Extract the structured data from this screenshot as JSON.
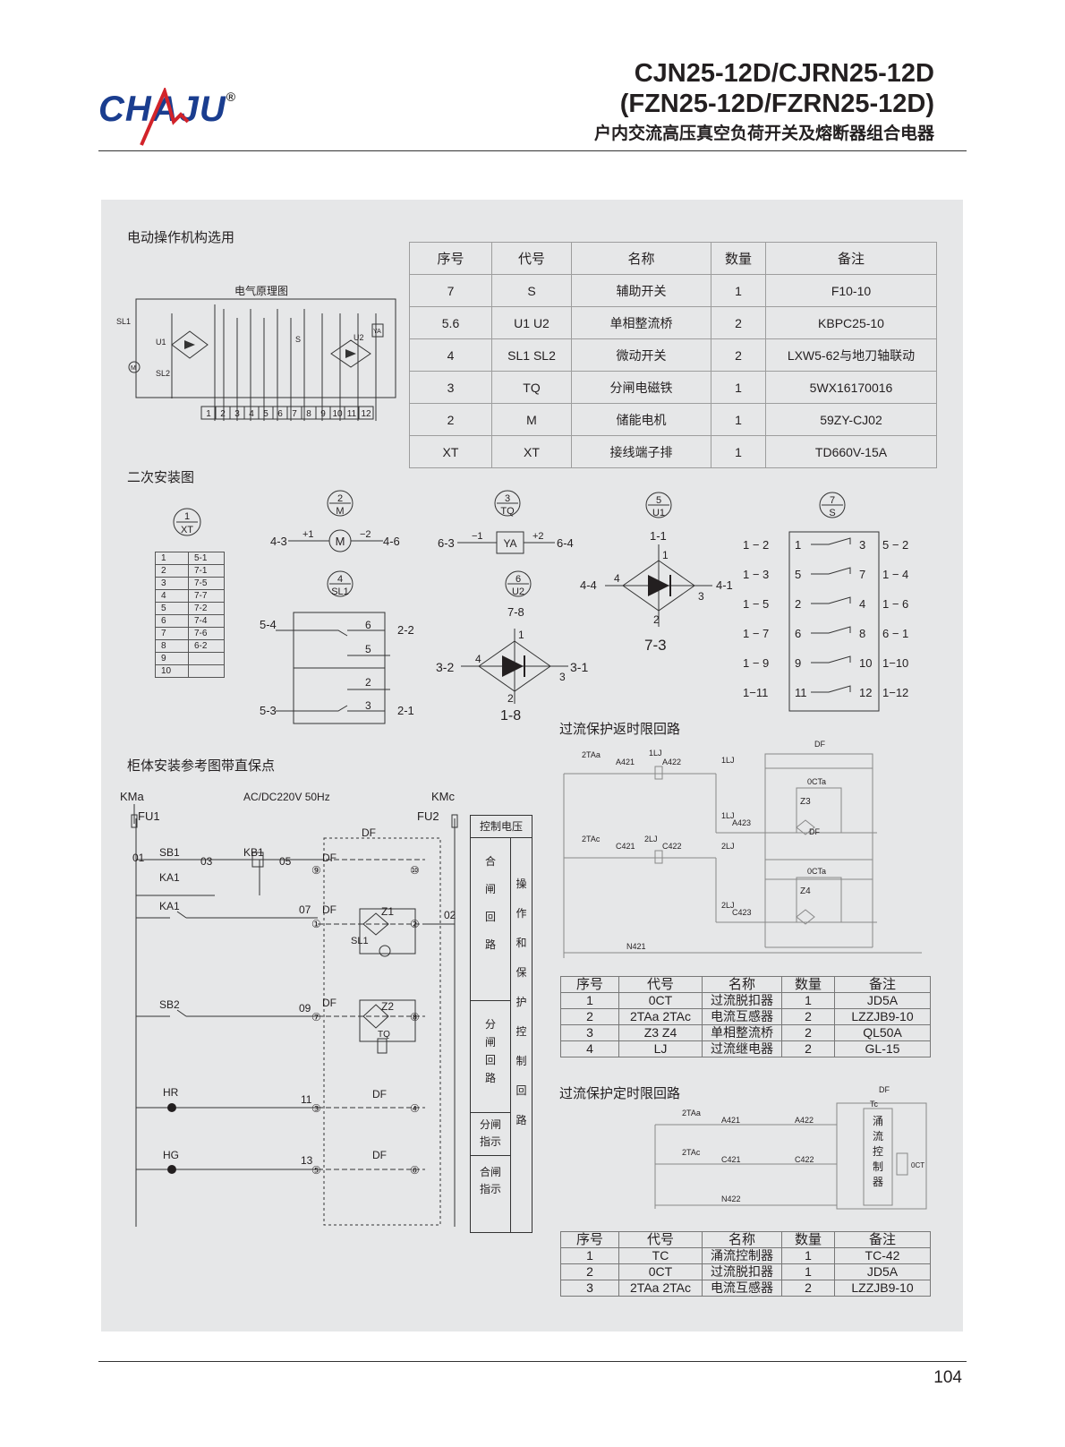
{
  "header": {
    "brand": "CHAJU",
    "registered": "®",
    "model_line1": "CJN25-12D/CJRN25-12D",
    "model_line2": "(FZN25-12D/FZRN25-12D)",
    "subtitle": "户内交流高压真空负荷开关及熔断器组合电器"
  },
  "sections": {
    "electric_op": "电动操作机构选用",
    "principle": "电气原理图",
    "secondary": "二次安装图",
    "cabinet": "柜体安装参考图带直保点",
    "inverse_time": "过流保护返时限回路",
    "definite_time": "过流保护定时限回路"
  },
  "spec_table": {
    "headers": [
      "序号",
      "代号",
      "名称",
      "数量",
      "备注"
    ],
    "rows": [
      [
        "7",
        "S",
        "辅助开关",
        "1",
        "F10-10"
      ],
      [
        "5.6",
        "U1 U2",
        "单相整流桥",
        "2",
        "KBPC25-10"
      ],
      [
        "4",
        "SL1 SL2",
        "微动开关",
        "2",
        "LXW5-62与地刀轴联动"
      ],
      [
        "3",
        "TQ",
        "分闸电磁铁",
        "1",
        "5WX16170016"
      ],
      [
        "2",
        "M",
        "储能电机",
        "1",
        "59ZY-CJ02"
      ],
      [
        "XT",
        "XT",
        "接线端子排",
        "1",
        "TD660V-15A"
      ]
    ]
  },
  "principle_diagram": {
    "terminals": [
      "1",
      "2",
      "3",
      "4",
      "5",
      "6",
      "7",
      "8",
      "9",
      "10",
      "11",
      "12"
    ],
    "labels": [
      "SL1",
      "U1",
      "SL2",
      "M",
      "S",
      "U2",
      "YA"
    ]
  },
  "secondary": {
    "xt_circle": [
      "1",
      "XT"
    ],
    "xt_rows": [
      [
        "1",
        "5-1"
      ],
      [
        "2",
        "7-1"
      ],
      [
        "3",
        "7-5"
      ],
      [
        "4",
        "7-7"
      ],
      [
        "5",
        "7-2"
      ],
      [
        "6",
        "7-4"
      ],
      [
        "7",
        "7-6"
      ],
      [
        "8",
        "6-2"
      ],
      [
        "9",
        ""
      ],
      [
        "10",
        ""
      ]
    ],
    "m_circle": [
      "2",
      "M"
    ],
    "m_labels": [
      "4-3",
      "+1",
      "M",
      "−2",
      "4-6"
    ],
    "tq_circle": [
      "3",
      "TQ"
    ],
    "tq_labels": [
      "6-3",
      "−1",
      "YA",
      "+2",
      "6-4"
    ],
    "sl_circle": [
      "4",
      "SL1"
    ],
    "sl_labels": [
      "5-4",
      "6",
      "2-2",
      "5",
      "2",
      "5-3",
      "3",
      "2-1"
    ],
    "u2_circle": [
      "6",
      "U2"
    ],
    "u2_labels": [
      "7-8",
      "1",
      "3-2",
      "4",
      "3",
      "3-1",
      "2",
      "1-8"
    ],
    "u1_circle": [
      "5",
      "U1"
    ],
    "u1_labels": [
      "1-1",
      "1",
      "4-4",
      "4",
      "3",
      "4-1",
      "2",
      "7-3"
    ],
    "s_circle": [
      "7",
      "S"
    ],
    "s_rows": [
      [
        "1 − 2",
        "1",
        "3",
        "5 − 2"
      ],
      [
        "1 − 3",
        "5",
        "7",
        "1 − 4"
      ],
      [
        "1 − 5",
        "2",
        "4",
        "1 − 6"
      ],
      [
        "1 − 7",
        "6",
        "8",
        "6 − 1"
      ],
      [
        "1 − 9",
        "9",
        "10",
        "1−10"
      ],
      [
        "1−11",
        "11",
        "12",
        "1−12"
      ]
    ]
  },
  "cabinet": {
    "top_left": "KMa",
    "fu1": "FU1",
    "supply": "AC/DC220V  50Hz",
    "top_right": "KMc",
    "fu2": "FU2",
    "df_top": "DF",
    "row1": [
      "01",
      "SB1",
      "03",
      "KB1",
      "05",
      "DF",
      "⑨",
      "⑩"
    ],
    "ka1a": "KA1",
    "ka1b": "KA1",
    "row2": [
      "07",
      "DF",
      "①",
      "Z1",
      "②",
      "SL1",
      "02"
    ],
    "sb2": "SB2",
    "row3": [
      "09",
      "DF",
      "⑦",
      "Z2",
      "TQ",
      "⑧"
    ],
    "hr": [
      "HR",
      "11",
      "③",
      "DF",
      "④"
    ],
    "hg": [
      "HG",
      "13",
      "⑤",
      "DF",
      "⑥"
    ],
    "ctrl_volt": "控制电压",
    "close_loop": [
      "合",
      "闸",
      "回",
      "路"
    ],
    "open_loop": [
      "分",
      "闸",
      "回",
      "路"
    ],
    "open_ind": "分闸\n指示",
    "close_ind": "合闸\n指示",
    "op_protect": [
      "操",
      "作",
      "和",
      "保",
      "护",
      "控",
      "制",
      "回",
      "路"
    ]
  },
  "inverse": {
    "labels": [
      "DF",
      "2TAa",
      "1LJ",
      "A421",
      "A422",
      "1LJ",
      "0CTa",
      "1LJ",
      "A423",
      "Z3",
      "DF",
      "2TAc",
      "2LJ",
      "C421",
      "C422",
      "2LJ",
      "0CTa",
      "2LJ",
      "C423",
      "Z4",
      "N421"
    ],
    "table_headers": [
      "序号",
      "代号",
      "名称",
      "数量",
      "备注"
    ],
    "table_rows": [
      [
        "1",
        "0CT",
        "过流脱扣器",
        "1",
        "JD5A"
      ],
      [
        "2",
        "2TAa  2TAc",
        "电流互感器",
        "2",
        "LZZJB9-10"
      ],
      [
        "3",
        "Z3   Z4",
        "单相整流桥",
        "2",
        "QL50A"
      ],
      [
        "4",
        "LJ",
        "过流继电器",
        "2",
        "GL-15"
      ]
    ]
  },
  "definite": {
    "labels": [
      "DF",
      "Tc",
      "2TAa",
      "A421",
      "A422",
      "2TAc",
      "C421",
      "C422",
      "N422",
      "0CT"
    ],
    "tc_box": [
      "涌",
      "流",
      "控",
      "制",
      "器"
    ],
    "table_headers": [
      "序号",
      "代号",
      "名称",
      "数量",
      "备注"
    ],
    "table_rows": [
      [
        "1",
        "TC",
        "涌流控制器",
        "1",
        "TC-42"
      ],
      [
        "2",
        "0CT",
        "过流脱扣器",
        "1",
        "JD5A"
      ],
      [
        "3",
        "2TAa  2TAc",
        "电流互感器",
        "2",
        "LZZJB9-10"
      ]
    ]
  },
  "page_number": "104",
  "colors": {
    "brand_blue": "#1a3d8f",
    "brand_red": "#d2232a",
    "panel": "#e6e7e8"
  }
}
